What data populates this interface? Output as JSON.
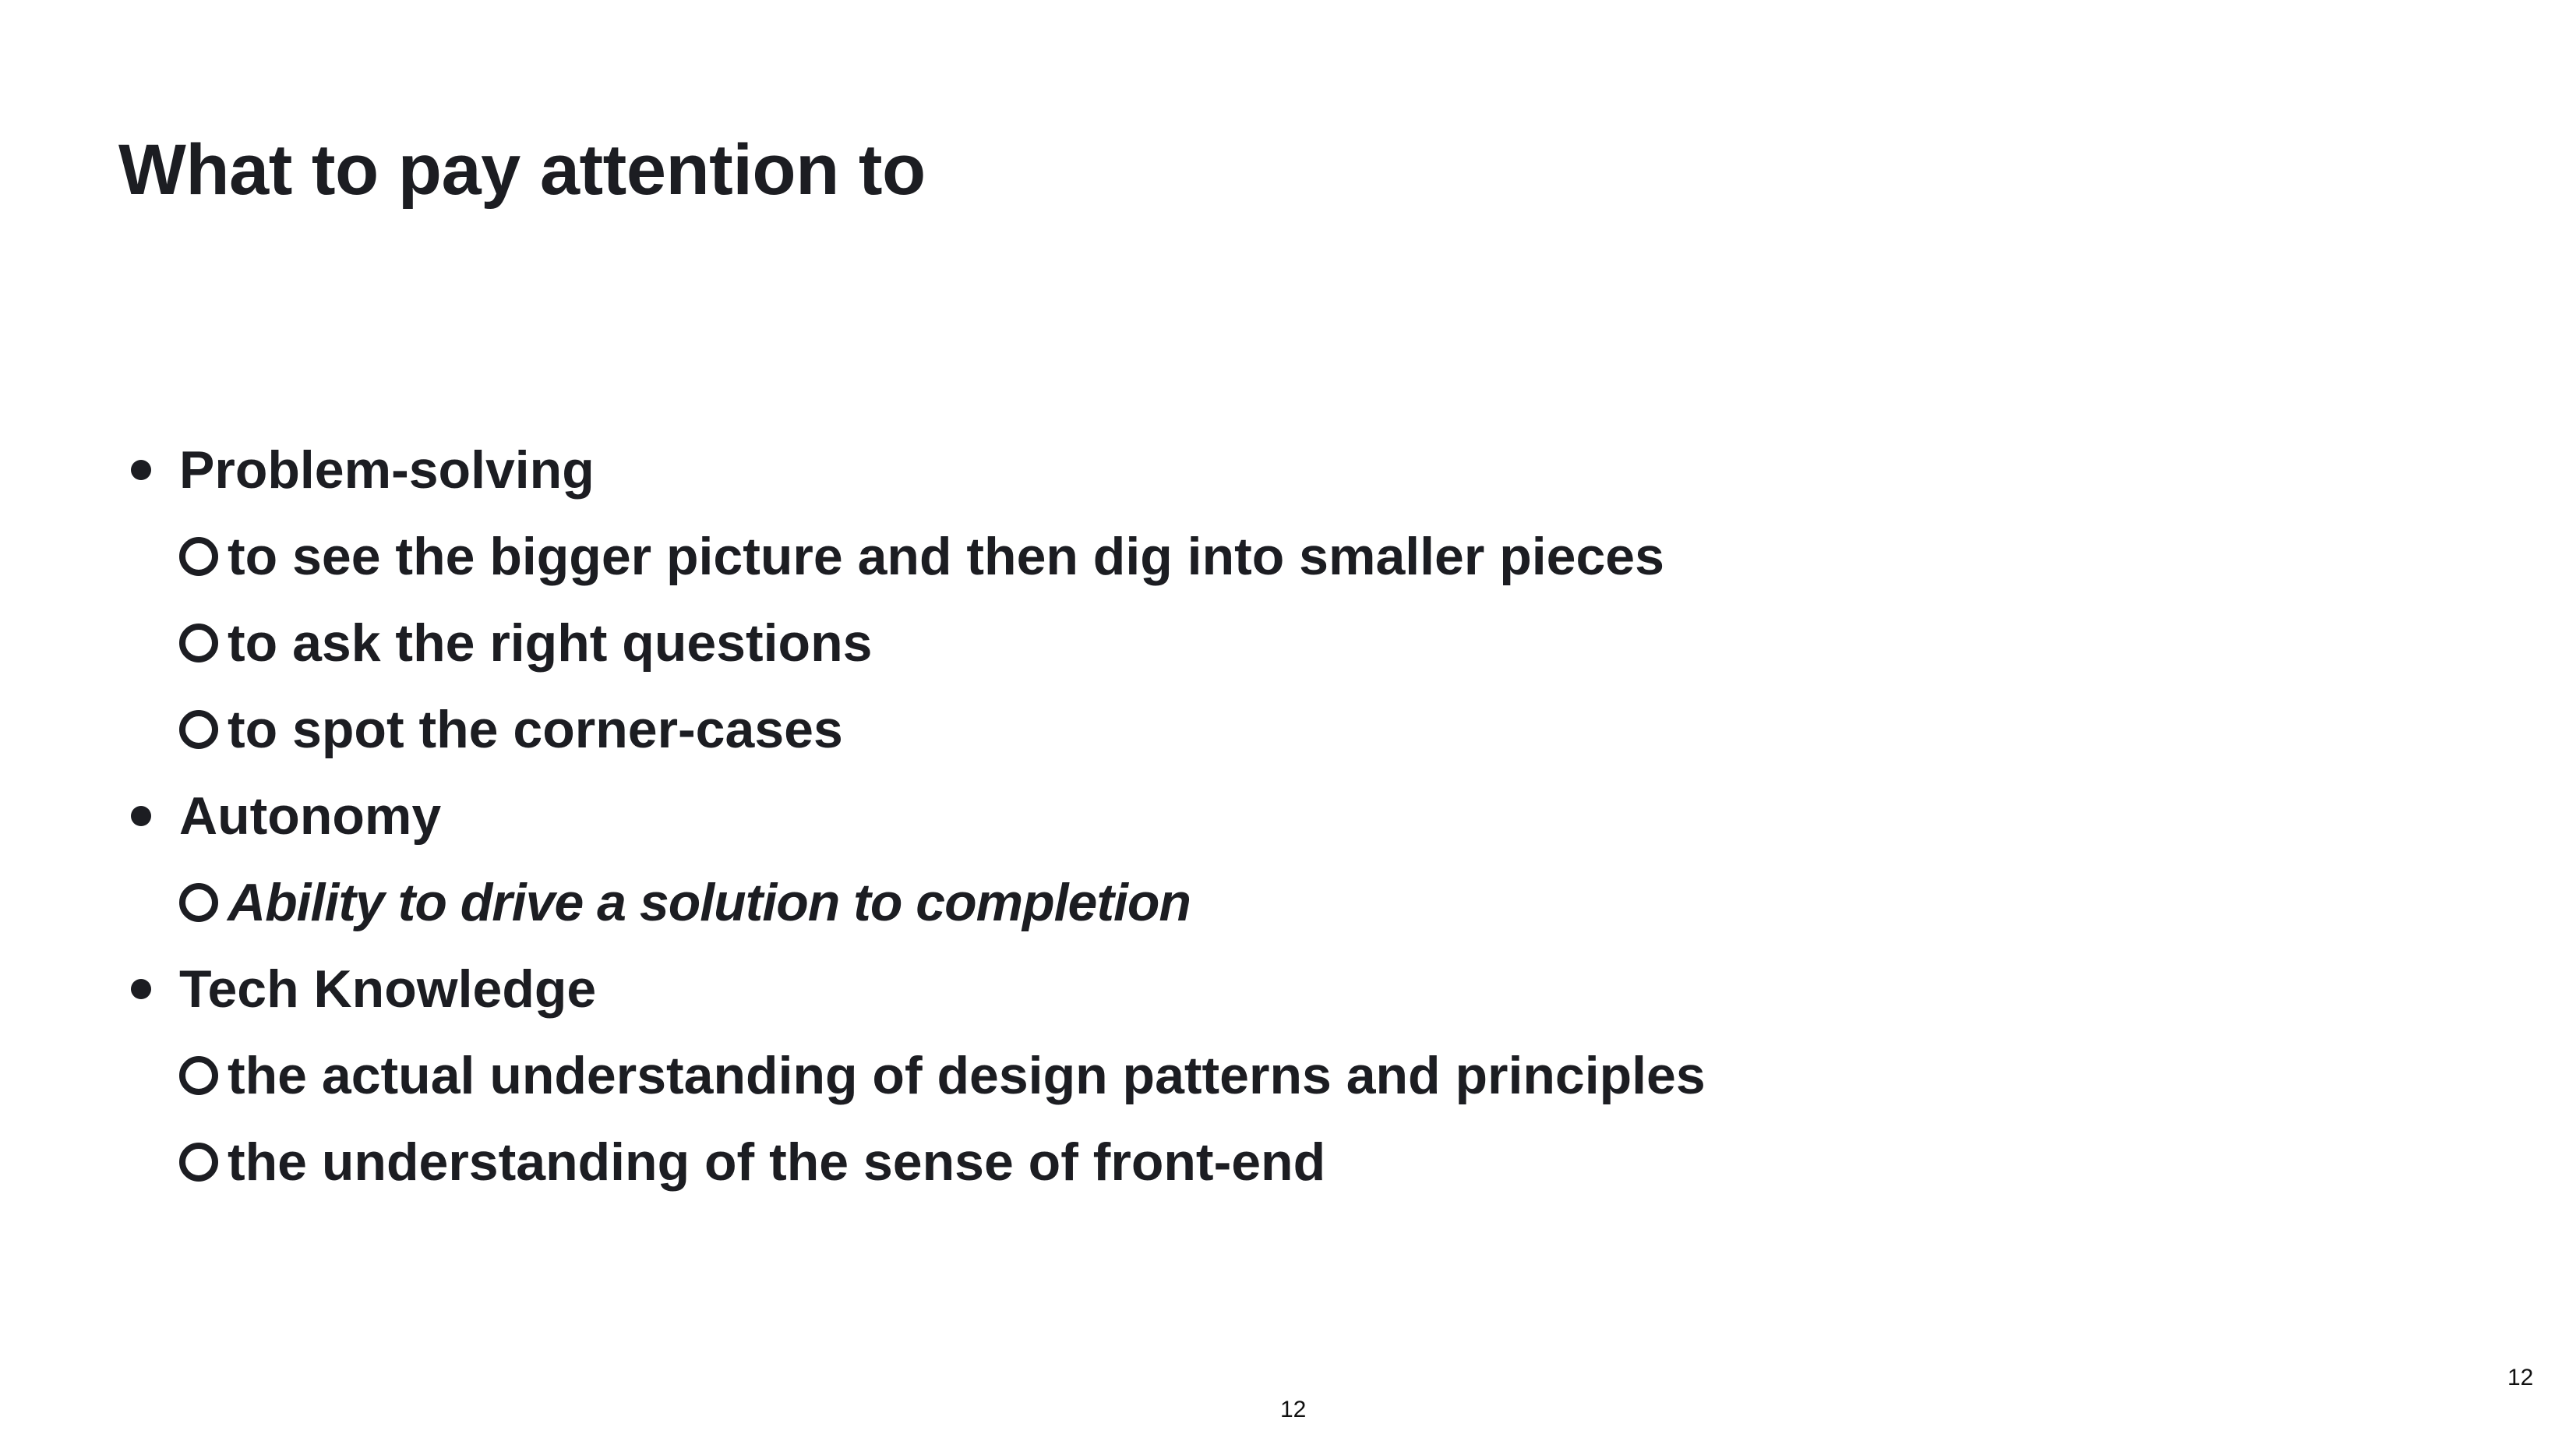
{
  "slide": {
    "title": "What to pay attention to",
    "sections": [
      {
        "heading": "Problem-solving",
        "items": [
          "to see the bigger picture and then dig into smaller pieces",
          "to ask the right questions",
          "to spot the corner-cases"
        ]
      },
      {
        "heading": "Autonomy",
        "items": [
          "Ability to drive a solution to completion"
        ]
      },
      {
        "heading": "Tech Knowledge",
        "items": [
          "the actual understanding of design patterns and principles",
          "the understanding of the sense of front-end"
        ]
      }
    ],
    "page_number_center": "12",
    "page_number_corner": "12"
  }
}
